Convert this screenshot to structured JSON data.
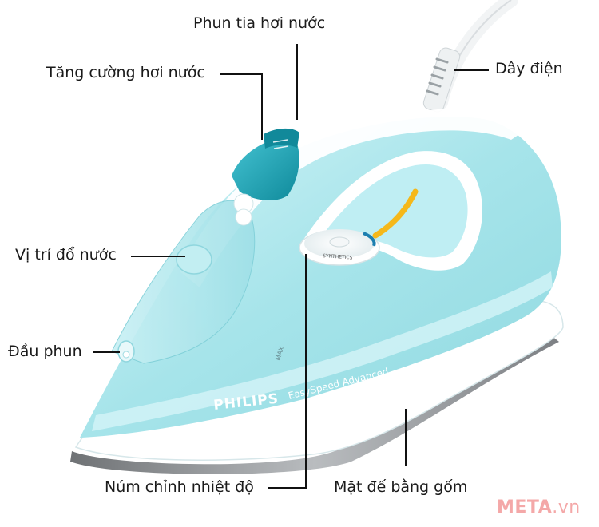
{
  "labels": {
    "steam_spray": "Phun tia hơi nước",
    "steam_boost": "Tăng cường hơi nước",
    "power_cord": "Dây điện",
    "water_fill": "Vị trí đổ nước",
    "spray_nozzle": "Đầu phun",
    "temp_dial": "Núm chỉnh nhiệt độ",
    "ceramic_plate": "Mặt đế bằng gốm"
  },
  "product": {
    "brand": "PHILIPS",
    "model": "EasySpeed Advanced",
    "dial_text": "SYNTHETICS",
    "max_mark": "MAX"
  },
  "watermark": {
    "name": "META",
    "domain": ".vn"
  },
  "colors": {
    "body": "#a8e6ec",
    "body_light": "#cdf2f5",
    "button": "#1aa6b8",
    "white": "#ffffff",
    "soleplate": "#8a8d90",
    "leader": "#111111",
    "watermark": "#f4a8a8"
  }
}
